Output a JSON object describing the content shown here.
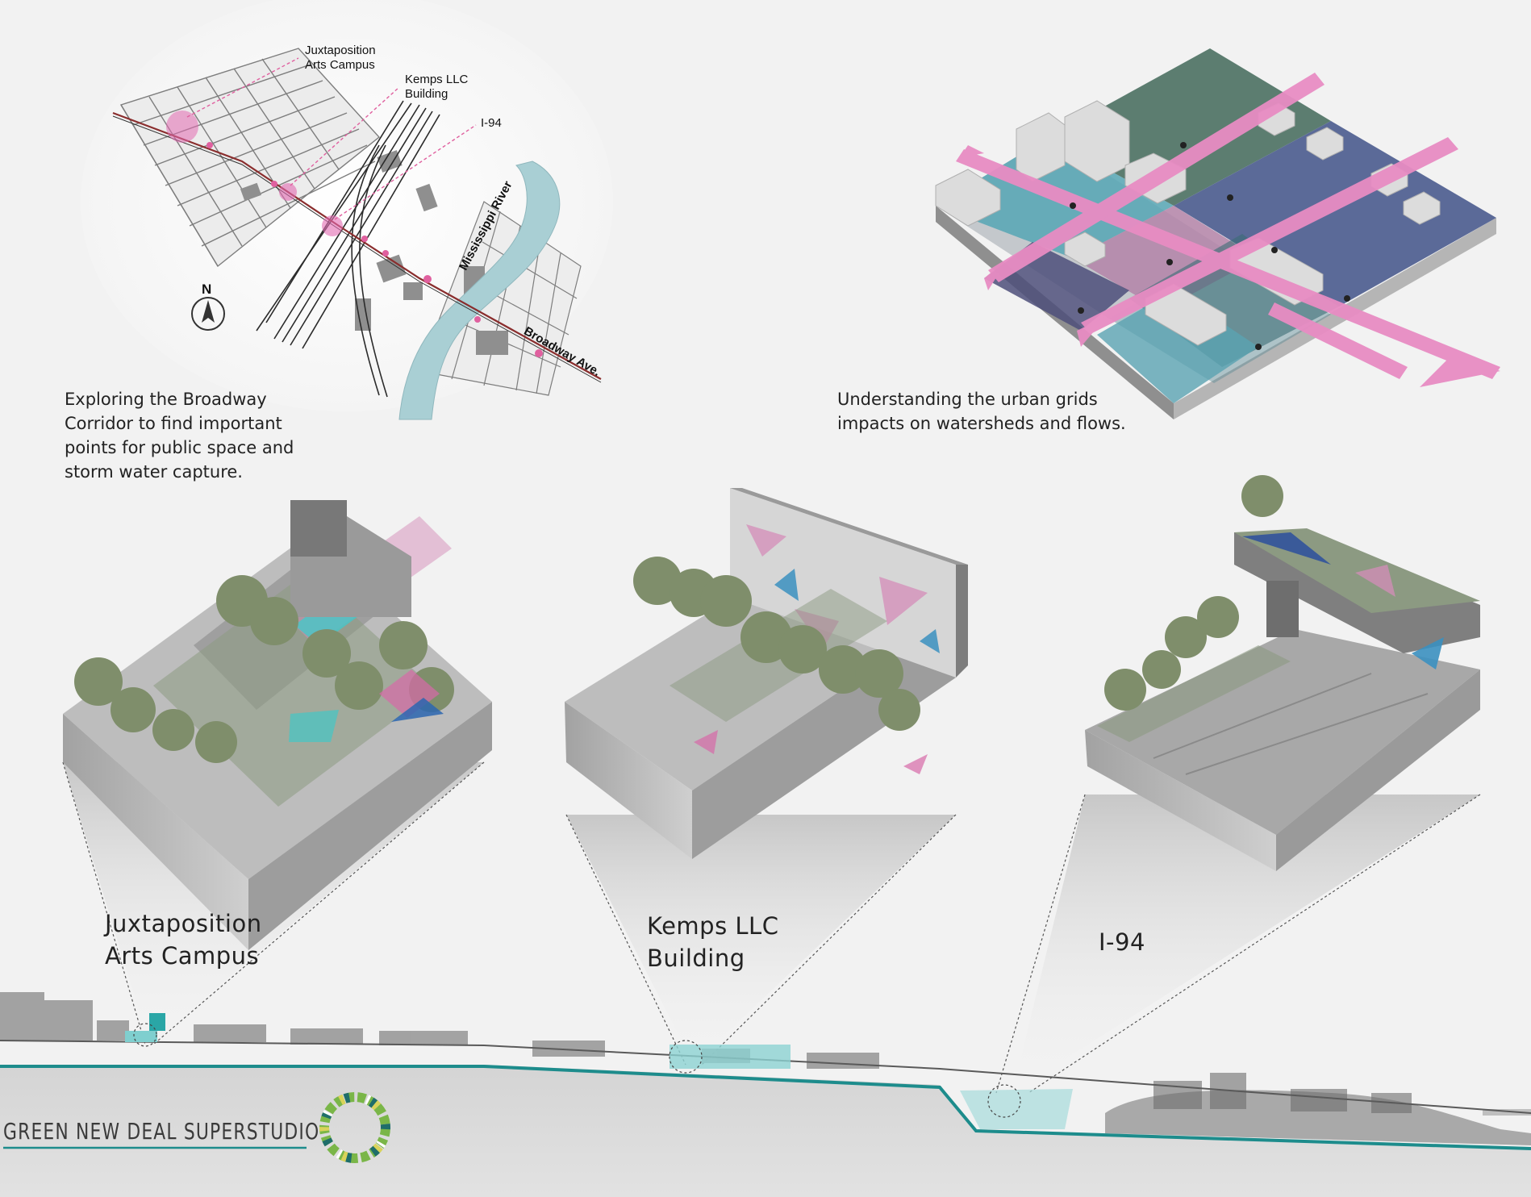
{
  "map": {
    "labels": {
      "juxtaposition": "Juxtaposition\nArts Campus",
      "kemps": "Kemps LLC\nBuilding",
      "i94": "I-94",
      "river": "Mississippi River",
      "broadway": "Broadway Ave.",
      "north": "N"
    }
  },
  "captions": {
    "left": "Exploring the Broadway\nCorridor to find important\npoints for public space and\nstorm water capture.",
    "right": "Understanding the urban grids\nimpacts on watersheds and flows."
  },
  "sites": [
    {
      "title": "Juxtaposition\nArts Campus"
    },
    {
      "title": "Kemps LLC\nBuilding"
    },
    {
      "title": "I-94"
    }
  ],
  "brand": {
    "name": "GREEN NEW DEAL SUPERSTUDIO"
  },
  "colors": {
    "accent_pink": "#e36bb2",
    "water_teal": "#1d8c8c",
    "river": "#a9cfd4",
    "pink_dot": "#e0609f"
  }
}
